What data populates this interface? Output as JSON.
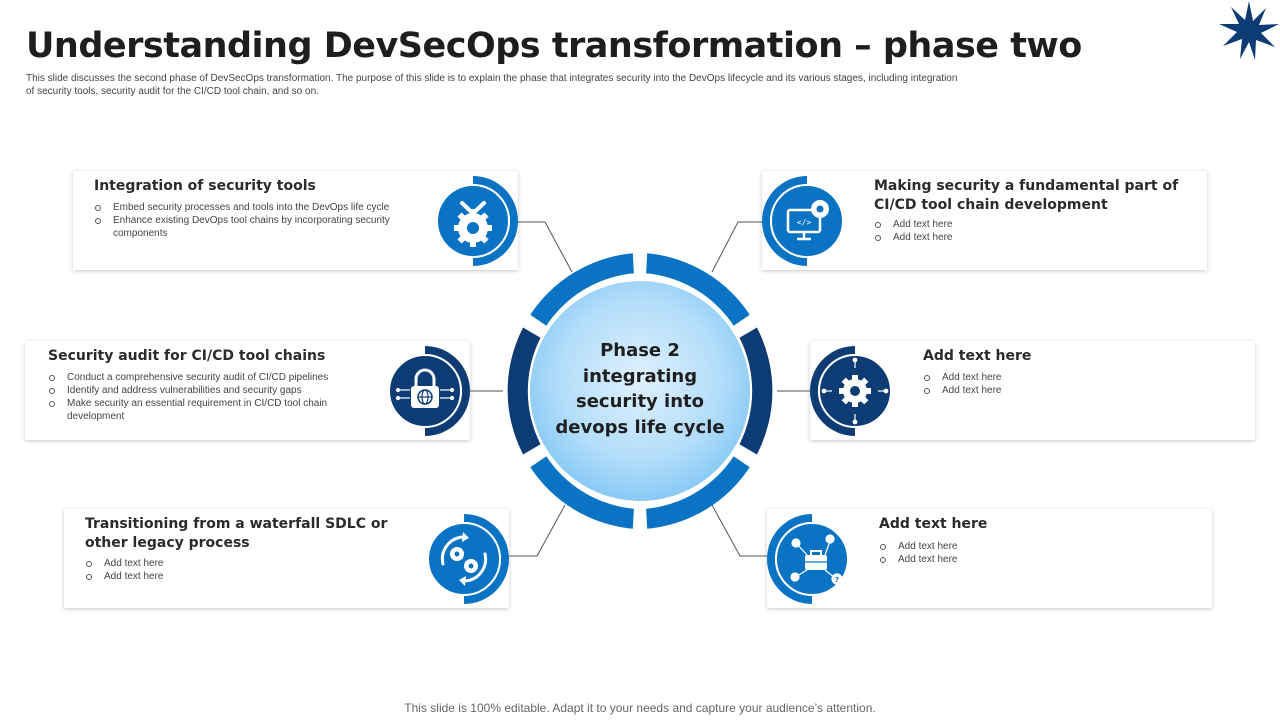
{
  "slide": {
    "title": "Understanding DevSecOps transformation – phase two",
    "subtitle": "This slide discusses the second phase of DevSecOps transformation. The purpose of this slide is to explain the phase that integrates security into the DevOps lifecycle and its various stages, including integration of security tools, security audit for the CI/CD tool chain, and so on.",
    "footer": "This slide is 100% editable. Adapt it to your needs and capture your audience’s attention."
  },
  "center": {
    "line1": "Phase 2",
    "line2": "integrating",
    "line3": "security into",
    "line4": "devops life cycle"
  },
  "cards": {
    "top_left": {
      "title": "Integration of security tools",
      "bullets": [
        "Embed security processes and tools into the DevOps life cycle",
        "Enhance existing DevOps tool chains by incorporating security components"
      ],
      "icon": "tools-gear-icon"
    },
    "mid_left": {
      "title": "Security audit for CI/CD tool chains",
      "bullets": [
        "Conduct a comprehensive security audit of CI/CD pipelines",
        "Identify and address vulnerabilities and security gaps",
        "Make security an essential requirement in CI/CD tool chain development"
      ],
      "icon": "lock-globe-icon"
    },
    "bot_left": {
      "title_line1": "Transitioning from a waterfall SDLC or",
      "title_line2": "other legacy process",
      "bullets": [
        "Add text here",
        "Add text here"
      ],
      "icon": "gears-cycle-icon"
    },
    "top_right": {
      "title_line1": "Making security a fundamental part of",
      "title_line2": "CI/CD tool chain development",
      "bullets": [
        "Add text here",
        "Add text here"
      ],
      "icon": "monitor-code-gear-icon"
    },
    "mid_right": {
      "title": "Add text here",
      "bullets": [
        "Add text here",
        "Add text here"
      ],
      "icon": "gear-network-icon"
    },
    "bot_right": {
      "title": "Add text here",
      "bullets": [
        "Add text here",
        "Add text here"
      ],
      "icon": "briefcase-network-icon"
    }
  },
  "colors": {
    "primary_blue": "#0a73c4",
    "dark_blue": "#0d3b74",
    "light_blue": "#8fcdf5",
    "star": "#0d3b74"
  }
}
